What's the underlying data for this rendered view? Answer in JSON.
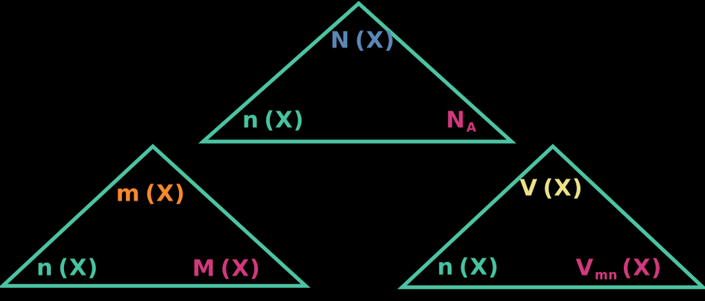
{
  "background": "#000000",
  "colors": {
    "triangle_outline": "#4cc3a2",
    "teal": "#47c3a1",
    "blue": "#5b87b7",
    "pink": "#d2387c",
    "orange": "#f6882d",
    "yellow": "#ece189"
  },
  "triangles": [
    {
      "top": {
        "symbol": "N",
        "subscript": "",
        "argument": "(X)",
        "color": "#5b87b7"
      },
      "left": {
        "symbol": "n",
        "subscript": "",
        "argument": "(X)",
        "color": "#47c3a1"
      },
      "right": {
        "symbol": "N",
        "subscript": "A",
        "argument": "",
        "color": "#d2387c"
      }
    },
    {
      "top": {
        "symbol": "m",
        "subscript": "",
        "argument": "(X)",
        "color": "#f6882d"
      },
      "left": {
        "symbol": "n",
        "subscript": "",
        "argument": "(X)",
        "color": "#47c3a1"
      },
      "right": {
        "symbol": "M",
        "subscript": "",
        "argument": "(X)",
        "color": "#d2387c"
      }
    },
    {
      "top": {
        "symbol": "V",
        "subscript": "",
        "argument": "(X)",
        "color": "#ece189"
      },
      "left": {
        "symbol": "n",
        "subscript": "",
        "argument": "(X)",
        "color": "#47c3a1"
      },
      "right": {
        "symbol": "V",
        "subscript": "mn",
        "argument": "(X)",
        "color": "#d2387c"
      }
    }
  ]
}
